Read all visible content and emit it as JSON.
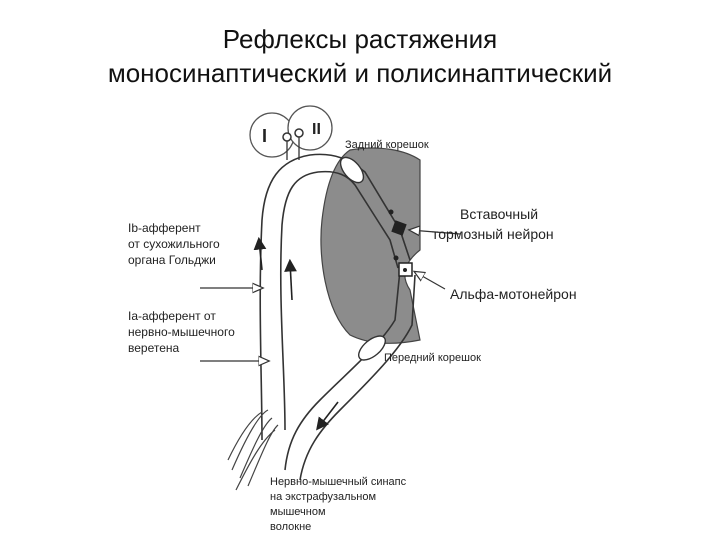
{
  "title": {
    "line1": "Рефлексы растяжения",
    "line2": "моносинаптический и полисинаптический"
  },
  "diagram": {
    "receptor_I": "I",
    "receptor_II": "II",
    "dorsal_root": "Задний корешок",
    "interneuron_line1": "Вставочный",
    "interneuron_line2": "тормозный нейрон",
    "alpha_motoneuron": "Альфа-мотонейрон",
    "ventral_root": "Передний корешок",
    "ib_line1": "Ib-афферент",
    "ib_line2": "от сухожильного",
    "ib_line3": "органа Гольджи",
    "ia_line1": "Ia-афферент от",
    "ia_line2": "нервно-мышечного",
    "ia_line3": "веретена",
    "synapse_line1": "Нервно-мышечный синапс",
    "synapse_line2": "на экстрафузальном",
    "synapse_line3": "мышечном",
    "synapse_line4": "волокне"
  },
  "colors": {
    "grey_matter": "#8c8c8c",
    "stroke": "#333333"
  }
}
